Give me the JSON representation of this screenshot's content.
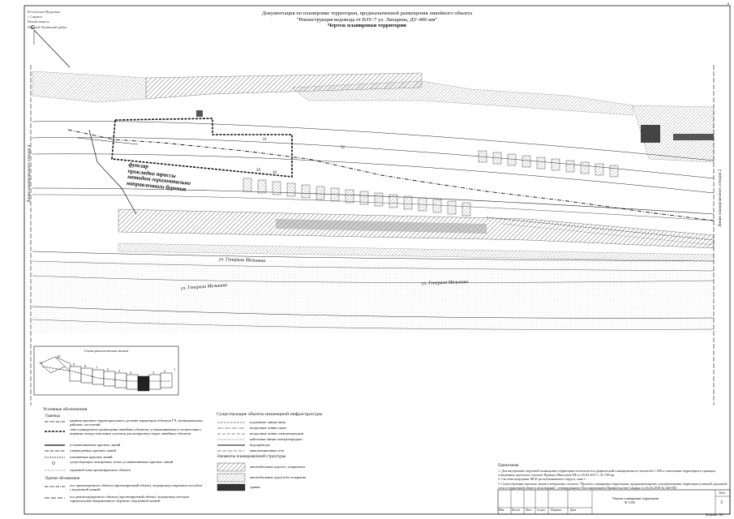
{
  "header": {
    "left_lines": [
      "Республика Мордовия",
      "г. Саранск",
      "Новый квартал",
      "Мирный-Ленинский район"
    ],
    "title_line1": "Документация по планировке территории, предназначенной размещения линейного объекта",
    "title_line2": "\"Реконструкция водовода от ВЗУ-7 ул. Лихарева, ДУ-400 мм\"",
    "title_line3": "Чертеж планировки территории"
  },
  "map": {
    "callout_lines": [
      "футляр",
      "прокладки трассы",
      "методом горизонтально",
      "направленного бурения"
    ],
    "street_labels": [
      "ул. Генерала Мельника",
      "ул. Генерала Мельника",
      "ул. Генерала Мельника"
    ],
    "left_boundary_label": "Линия планировочного отводов 4",
    "right_boundary_label": "Линия планировочного отводов 2",
    "parcel_numbers": [
      "29",
      "30",
      "31",
      "32"
    ]
  },
  "scheme": {
    "title": "Схема расположения листов",
    "sheet_numbers": [
      "11",
      "10",
      "9",
      "8",
      "7",
      "6",
      "5",
      "4",
      "3",
      "2",
      "1"
    ]
  },
  "legend": {
    "title": "Условные обозначения",
    "group1_title": "Границы",
    "items": [
      "административно-территориального деления территории объектов ГЧ, муниципальных районов, поселений",
      "зона планируемого размещения линейных объектов, устанавливаемая в соответствии с нормами отвода земельных участков для конкретных видов линейных объектов",
      "устанавливаемых красных линий",
      "утвержденных красных линий",
      "отменяемых красных линий",
      "существующих поворотных точек устанавливаемых красных линий",
      "охранной зоны проектируемого объекта"
    ],
    "group2_title": "Прочие обозначения",
    "items2": [
      "ось проектируемого объекта (проектируемый объект), водопровод открытым способом с надземной линией",
      "ось реконструируемого объекта (проектируемый объект), водопровод методом горизонтально-направленного бурения с надземной линией"
    ]
  },
  "legend2": {
    "title": "Существующие объекты инженерной инфраструктуры",
    "items": [
      "подземные линии связи",
      "воздушные линии связи",
      "воздушные линии электропередачи",
      "кабельные линии электропередачи",
      "водопроводы",
      "канализационные сети"
    ]
  },
  "legend3": {
    "title": "Элементы планировочной структуры",
    "items": [
      "автомобильные дороги с покрытием",
      "автомобильные дороги без покрытия",
      "здания"
    ]
  },
  "notes": {
    "title": "Примечания",
    "lines": [
      "1. Для внутренних чертежей планировки территории используется графический планировочного масштаба 1:500 в отношении территории в границах отведенных проектом согласно Приказу Минстроя РФ от 25.04.2017 г. № 739/пр.",
      "2. Система координат МСК республиканского округа, зона 1.",
      "3. Существующие красные линии отображены согласно \"Проекту планировки территории, предназначенному для размещения территории уличной дорожной сети и территорий общего пользования\", утвержденному Постановлением Правительства Самары от 23.04.2018 № 346-ПП"
    ]
  },
  "stamp": {
    "title": "Чертеж планировки территории",
    "subtitle": "М 1:500",
    "sheet_label": "Лист",
    "sheet_number": "3",
    "columns": [
      "Изм.",
      "Кол.уч",
      "Лист",
      "№ док.",
      "Подпись",
      "Дата"
    ]
  },
  "format_label": "Формат А3",
  "corner_mark": "6",
  "colors": {
    "line": "#111111",
    "hatch": "#8a8a8a",
    "dark_fill": "#333333"
  }
}
